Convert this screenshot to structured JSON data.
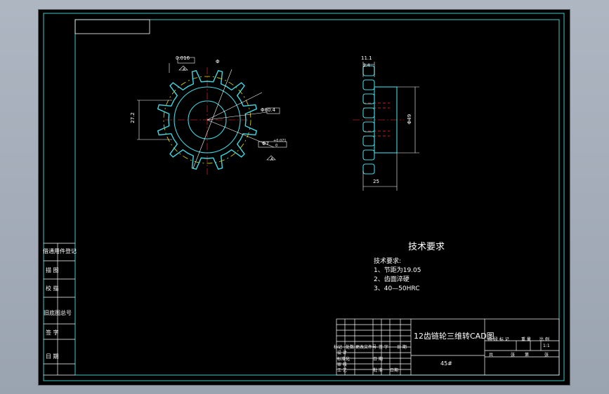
{
  "drawing": {
    "title": "12齿链轮三维转CAD图",
    "material": "45#",
    "scale": "1:1"
  },
  "tech_requirements": {
    "heading": "技术要求",
    "subheading": "技术要求:",
    "items": [
      "1、节距为19.05",
      "2、齿面淬硬",
      "3、40—50HRC"
    ]
  },
  "front_view_dims": {
    "runout": "0.016",
    "phi1": "Φ",
    "dim27": "27.2",
    "d2": "Φ80.4",
    "d1": "Φ7",
    "tol_top": "+0.071",
    "tol_bot": "0",
    "runout_ref1": "A",
    "runout_ref2": "A"
  },
  "side_view_dims": {
    "top_width": "11.1",
    "top_sub": "2.4",
    "dia": "Φ49",
    "bottom_width": "25"
  },
  "left_strip": [
    "借通用件登记",
    "描 图",
    "校 描",
    "旧底图总号",
    "签 字",
    "日 期"
  ],
  "title_block": {
    "row_labels": [
      "标记",
      "处数",
      "更改文件号",
      "签 字",
      "日 期"
    ],
    "people": [
      "设 计",
      "标准化",
      "审 核",
      "工 艺"
    ],
    "sign": [
      "日 期",
      "批 准",
      "日期"
    ],
    "stage": [
      "阶 段 标 记",
      "重 量",
      "比 例"
    ],
    "sheets": [
      "共",
      "张",
      "第",
      "张"
    ]
  },
  "colors": {
    "frame": "#3ec9c9",
    "part": "#40d8e0",
    "pitch": "#e8e000",
    "center": "#ff3030",
    "text": "#ffffff"
  }
}
